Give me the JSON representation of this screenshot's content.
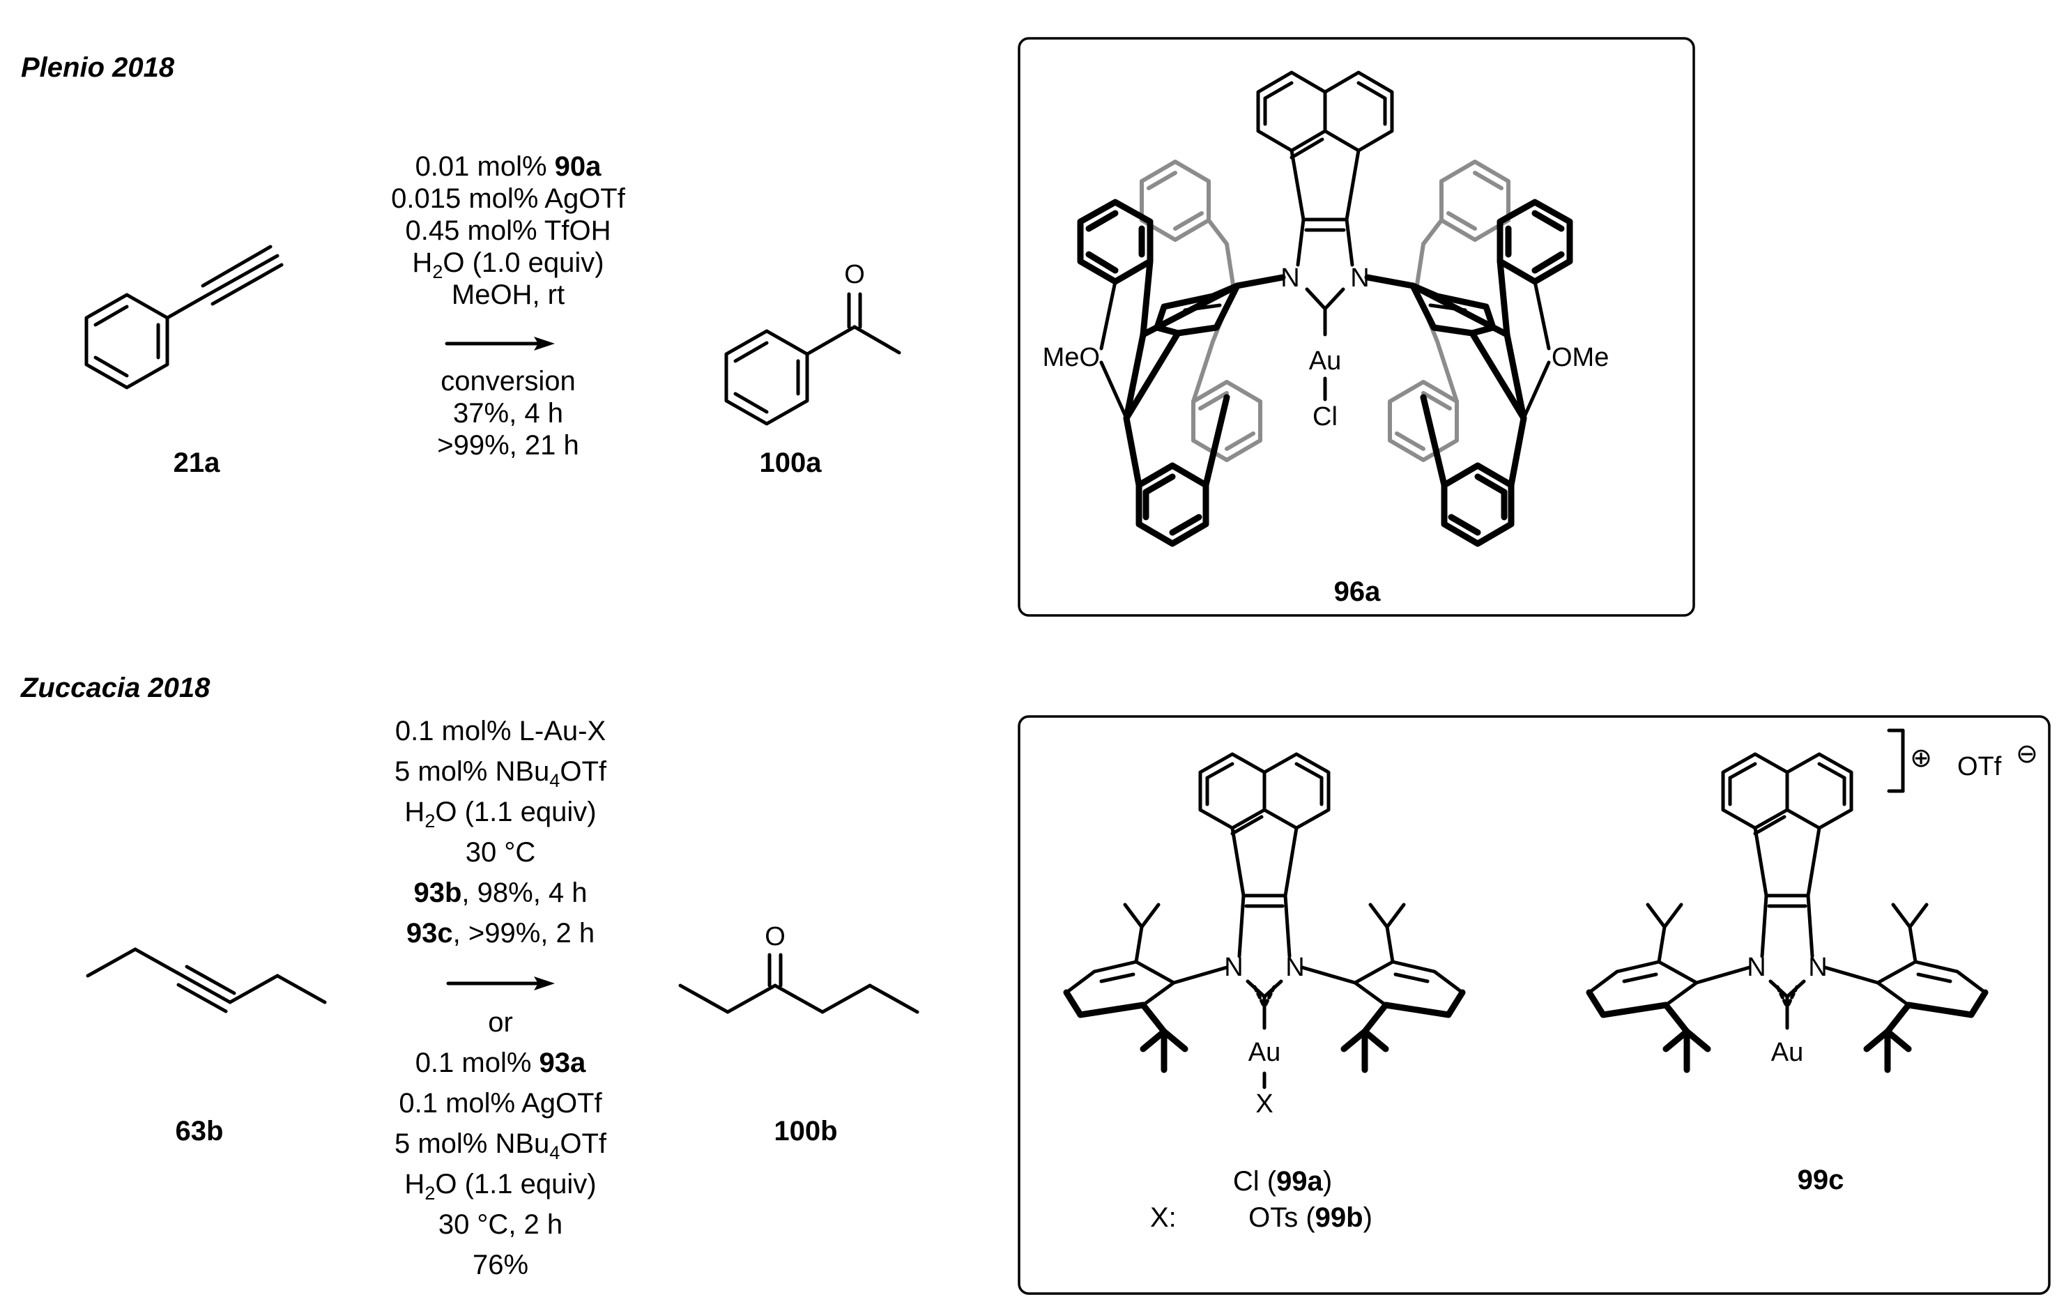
{
  "titles": {
    "top": "Plenio 2018",
    "bottom": "Zuccacia 2018"
  },
  "compounds": {
    "c21a": "21a",
    "c100a": "100a",
    "c96a": "96a",
    "c63b": "63b",
    "c100b": "100b",
    "c99c": "99c"
  },
  "atoms": {
    "O": "O",
    "N": "N",
    "Au": "Au",
    "Cl": "Cl",
    "X": "X",
    "MeO": "MeO",
    "OMe": "OMe",
    "OTf": "OTf",
    "plus": "⊕",
    "minus": "⊖"
  },
  "top_conditions": {
    "l1_pre": "0.01 mol% ",
    "l1_bold": "90a",
    "l2": "0.015 mol% AgOTf",
    "l3": "0.45 mol% TfOH",
    "l4_a": "H",
    "l4_sub": "2",
    "l4_b": "O (1.0 equiv)",
    "l5": "MeOH, rt",
    "l6": "conversion",
    "l7": "37%, 4 h",
    "l8": ">99%, 21 h"
  },
  "bottom_conditions": {
    "l1": "0.1 mol% L-Au-X",
    "l2_a": "5 mol% NBu",
    "l2_sub": "4",
    "l2_b": "OTf",
    "l3_a": "H",
    "l3_sub": "2",
    "l3_b": "O (1.1 equiv)",
    "l4": "30 °C",
    "l5_bold": "93b",
    "l5_rest": ", 98%, 4 h",
    "l6_bold": "93c",
    "l6_rest": ", >99%, 2 h",
    "l7": "or",
    "l8_pre": "0.1 mol% ",
    "l8_bold": "93a",
    "l9": "0.1 mol% AgOTf",
    "l10_a": "5 mol% NBu",
    "l10_sub": "4",
    "l10_b": "OTf",
    "l11_a": "H",
    "l11_sub": "2",
    "l11_b": "O (1.1 equiv)",
    "l12": "30 °C, 2 h",
    "l13": "76%"
  },
  "x_legend": {
    "prefix": "X:",
    "cl_a": "Cl (",
    "cl_bold": "99a",
    "cl_b": ")",
    "ots_a": "OTs (",
    "ots_bold": "99b",
    "ots_b": ")"
  }
}
